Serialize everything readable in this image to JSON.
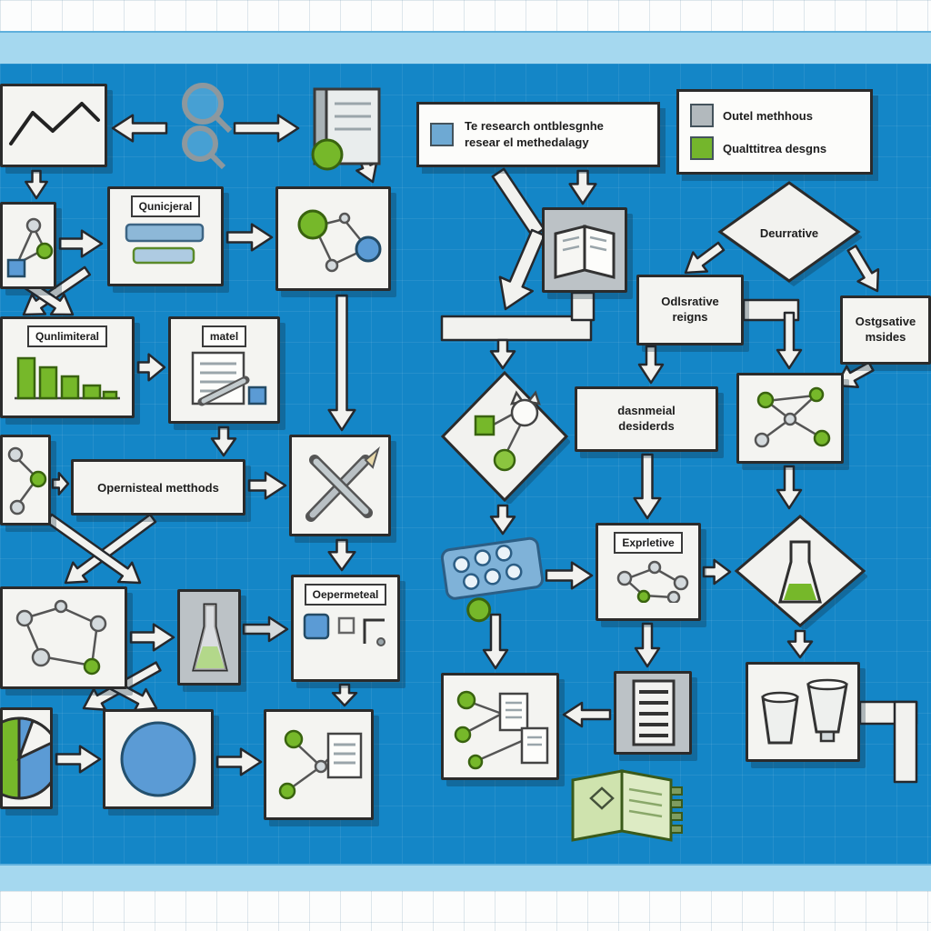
{
  "banner": {
    "line1": "Te research ontblesgnhe",
    "line2": "resear el methedalagy"
  },
  "legend": {
    "items": [
      {
        "label": "Outel methhous",
        "color": "#b2b9bd"
      },
      {
        "label": "Qualttitrea desgns",
        "color": "#74b62c"
      }
    ]
  },
  "nodes": {
    "quantitative": {
      "label": "Qunicjeral"
    },
    "qualitative": {
      "label": "Qunlimiteral"
    },
    "matel": {
      "label": "matel"
    },
    "operational_methods": {
      "label": "Opernisteal metthods"
    },
    "experimental": {
      "label": "Oepermeteal"
    },
    "descriptive": {
      "label": "Deurrative"
    },
    "odlsrative": {
      "line1": "Odlsrative",
      "line2": "reigns"
    },
    "ostgsative": {
      "line1": "Ostgsative",
      "line2": "msides"
    },
    "dasnmeial": {
      "line1": "dasnmeial",
      "line2": "desiderds"
    },
    "explorative": {
      "label": "Exprletive"
    }
  },
  "colors": {
    "background": "#1486c7",
    "border_band": "#a5d8ef",
    "green": "#76b82a",
    "blue_accent": "#5b9bd5",
    "box_fill": "#f4f4f1",
    "gray_fill": "#bcc2c6",
    "outline": "#2b2b2b"
  },
  "icons": [
    "line-chart-icon",
    "magnifier-icon",
    "reference-book-icon",
    "network-icon",
    "bar-chart-icon",
    "document-pencil-icon",
    "crossed-pencils-icon",
    "flask-icon",
    "pie-chart-icon",
    "circle-icon",
    "open-book-icon",
    "tray-icon",
    "document-icon",
    "green-book-icon",
    "cups-icon"
  ]
}
